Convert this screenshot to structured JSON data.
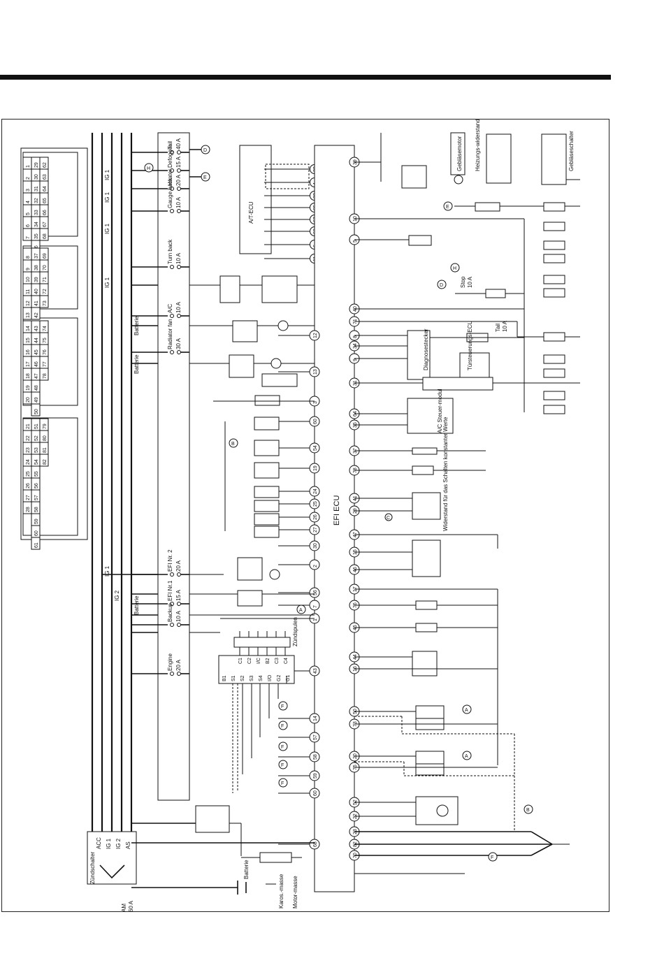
{
  "connector": {
    "rows": [
      [
        "1",
        "2",
        "3",
        "4",
        "5",
        "6",
        "7"
      ],
      [
        "29",
        "30",
        "31",
        "32",
        "33",
        "34",
        "35",
        "36"
      ],
      [
        "62",
        "63",
        "64",
        "65",
        "66",
        "67",
        "68"
      ],
      [
        "8",
        "9",
        "10",
        "11",
        "12",
        "13"
      ],
      [
        "37",
        "38",
        "39",
        "40",
        "41",
        "42"
      ],
      [
        "69",
        "70",
        "71",
        "72",
        "73"
      ],
      [
        "14",
        "15",
        "16",
        "17",
        "18",
        "19",
        "20"
      ],
      [
        "43",
        "44",
        "45",
        "46",
        "47",
        "48",
        "49",
        "50"
      ],
      [
        "74",
        "75",
        "76",
        "77",
        "78"
      ],
      [
        "21",
        "22",
        "23",
        "24",
        "25",
        "26",
        "27",
        "28"
      ],
      [
        "51",
        "52",
        "53",
        "54",
        "55",
        "56",
        "57",
        "58",
        "59",
        "60",
        "61"
      ],
      [
        "79",
        "80",
        "81",
        "82"
      ]
    ]
  },
  "fuses": [
    {
      "label": "Tail",
      "rating": "40 A"
    },
    {
      "label": "Defogger",
      "rating": "15 A"
    },
    {
      "label": "Heater",
      "rating": "20 A"
    },
    {
      "label": "Gauge back",
      "rating": "10 A"
    },
    {
      "label": "Turn back",
      "rating": "10 A"
    },
    {
      "label": "A/C",
      "rating": "10 A"
    },
    {
      "label": "Radiator fan",
      "rating": "30 A"
    },
    {
      "label": "EFI Nr. 2",
      "rating": "20 A"
    },
    {
      "label": "EFI Nr.1",
      "rating": "15 A"
    },
    {
      "label": "Backup",
      "rating": "10 A"
    },
    {
      "label": "Engine",
      "rating": "20 A"
    },
    {
      "label": "Stop",
      "rating": "10 A"
    },
    {
      "label": "Tail",
      "rating": "10 A"
    }
  ],
  "feeds": {
    "ig1": "IG 1",
    "ig2": "IG 2",
    "batterie": "Batterie"
  },
  "modules": {
    "efi_ecu": "EFI ECU",
    "ac_ecu": "A/T-ECU",
    "diagnose": "Diagnosestecker",
    "tuersteuer": "Türsteuerungs-ECU",
    "ac_steuer": "A/C Steuer-modul",
    "zuendspulen": "Zündspulen",
    "widerstand": "Widerstand für das Schalten konstanter Werte",
    "geblaesemotor": "Gebläsemotor",
    "heizwiderstand": "Heizungs-widerstand",
    "geblaeseschalter": "Gebläseschalter",
    "zuendschalter": "Zündschalter",
    "batterie": "Batterie",
    "karosmasse": "Karos.-masse",
    "motormasse": "Motor-masse",
    "am_fuse": "AM",
    "am_rating": "60 A"
  },
  "ignition": {
    "terminals": [
      "ACC",
      "IG 1",
      "IG 2",
      "AS"
    ]
  },
  "igniter_pins": [
    "B1",
    "S1",
    "S2",
    "S3",
    "S4",
    "I/O",
    "G2",
    "G1"
  ],
  "coil_pins": [
    "C1",
    "C2",
    "I/C",
    "B2",
    "C3",
    "C4"
  ],
  "ac_ecu_pins": [
    "32",
    "4",
    "33",
    "65",
    "67",
    "63",
    "6",
    "11"
  ],
  "ecu_left_pins": [
    "12",
    "13",
    "3",
    "60",
    "54",
    "19",
    "24",
    "25",
    "26",
    "27",
    "30",
    "2",
    "56",
    "7",
    "1",
    "43",
    "14",
    "57",
    "58",
    "59",
    "60",
    "68"
  ],
  "ecu_right_pins": [
    "39",
    "10",
    "5",
    "40",
    "71",
    "8",
    "34",
    "9",
    "31",
    "64",
    "35",
    "37",
    "78",
    "41",
    "29",
    "47",
    "15",
    "46",
    "17",
    "76",
    "45",
    "44",
    "16",
    "50",
    "73",
    "20",
    "75",
    "52",
    "22",
    "23",
    "82",
    "70"
  ],
  "refs": [
    "A",
    "B",
    "C",
    "D",
    "E",
    "F",
    "H"
  ]
}
